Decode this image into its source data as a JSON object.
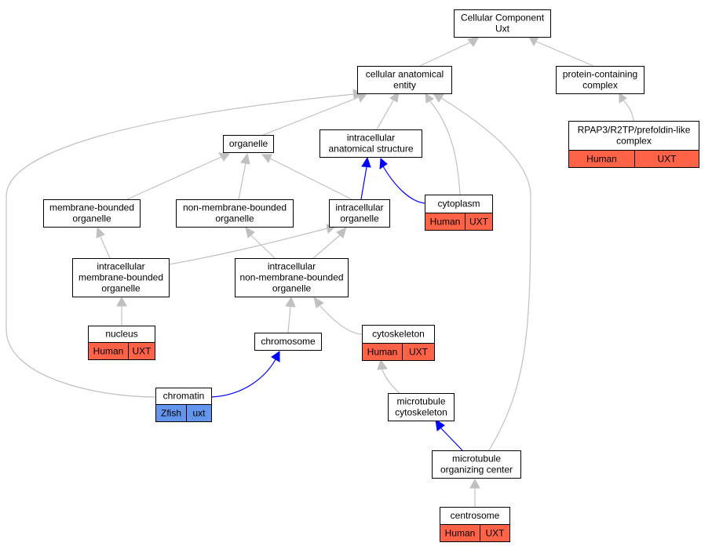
{
  "colors": {
    "is_a": "#c0c0c0",
    "part_of": "#0000ff",
    "human": "#ff6347",
    "zfish": "#6495ed"
  },
  "nodes": [
    {
      "id": "root",
      "lines": [
        "Cellular Component",
        "Uxt"
      ]
    },
    {
      "id": "cae",
      "lines": [
        "cellular anatomical",
        "entity"
      ]
    },
    {
      "id": "pcc",
      "lines": [
        "protein-containing",
        "complex"
      ]
    },
    {
      "id": "rpap",
      "lines": [
        "RPAP3/R2TP/prefoldin-like",
        "complex"
      ],
      "annot": [
        "Human",
        "UXT"
      ],
      "annot_color": "human"
    },
    {
      "id": "organelle",
      "lines": [
        "organelle"
      ]
    },
    {
      "id": "ias",
      "lines": [
        "intracellular",
        "anatomical structure"
      ]
    },
    {
      "id": "cytoplasm",
      "lines": [
        "cytoplasm"
      ],
      "annot": [
        "Human",
        "UXT"
      ],
      "annot_color": "human"
    },
    {
      "id": "mbo",
      "lines": [
        "membrane-bounded",
        "organelle"
      ]
    },
    {
      "id": "nmbo",
      "lines": [
        "non-membrane-bounded",
        "organelle"
      ]
    },
    {
      "id": "io",
      "lines": [
        "intracellular",
        "organelle"
      ]
    },
    {
      "id": "imbo",
      "lines": [
        "intracellular",
        "membrane-bounded",
        "organelle"
      ]
    },
    {
      "id": "inmbo",
      "lines": [
        "intracellular",
        "non-membrane-bounded",
        "organelle"
      ]
    },
    {
      "id": "nucleus",
      "lines": [
        "nucleus"
      ],
      "annot": [
        "Human",
        "UXT"
      ],
      "annot_color": "human"
    },
    {
      "id": "chromosome",
      "lines": [
        "chromosome"
      ]
    },
    {
      "id": "cytoskeleton",
      "lines": [
        "cytoskeleton"
      ],
      "annot": [
        "Human",
        "UXT"
      ],
      "annot_color": "human"
    },
    {
      "id": "chromatin",
      "lines": [
        "chromatin"
      ],
      "annot": [
        "Zfish",
        "uxt"
      ],
      "annot_color": "zfish"
    },
    {
      "id": "mtcs",
      "lines": [
        "microtubule",
        "cytoskeleton"
      ]
    },
    {
      "id": "mtoc",
      "lines": [
        "microtubule",
        "organizing center"
      ]
    },
    {
      "id": "centrosome",
      "lines": [
        "centrosome"
      ],
      "annot": [
        "Human",
        "UXT"
      ],
      "annot_color": "human"
    }
  ],
  "edges": [
    {
      "from": "cae",
      "to": "root",
      "type": "is_a"
    },
    {
      "from": "pcc",
      "to": "root",
      "type": "is_a"
    },
    {
      "from": "rpap",
      "to": "pcc",
      "type": "is_a"
    },
    {
      "from": "organelle",
      "to": "cae",
      "type": "is_a"
    },
    {
      "from": "ias",
      "to": "cae",
      "type": "is_a"
    },
    {
      "from": "cytoplasm",
      "to": "cae",
      "type": "is_a"
    },
    {
      "from": "chromatin",
      "to": "cae",
      "type": "is_a"
    },
    {
      "from": "mtoc",
      "to": "cae",
      "type": "is_a"
    },
    {
      "from": "cytoplasm",
      "to": "ias",
      "type": "part_of"
    },
    {
      "from": "io",
      "to": "ias",
      "type": "part_of"
    },
    {
      "from": "mbo",
      "to": "organelle",
      "type": "is_a"
    },
    {
      "from": "nmbo",
      "to": "organelle",
      "type": "is_a"
    },
    {
      "from": "io",
      "to": "organelle",
      "type": "is_a"
    },
    {
      "from": "imbo",
      "to": "mbo",
      "type": "is_a"
    },
    {
      "from": "imbo",
      "to": "io",
      "type": "is_a"
    },
    {
      "from": "inmbo",
      "to": "nmbo",
      "type": "is_a"
    },
    {
      "from": "inmbo",
      "to": "io",
      "type": "is_a"
    },
    {
      "from": "nucleus",
      "to": "imbo",
      "type": "is_a"
    },
    {
      "from": "chromosome",
      "to": "inmbo",
      "type": "is_a"
    },
    {
      "from": "cytoskeleton",
      "to": "inmbo",
      "type": "is_a"
    },
    {
      "from": "chromatin",
      "to": "chromosome",
      "type": "part_of"
    },
    {
      "from": "mtcs",
      "to": "cytoskeleton",
      "type": "is_a"
    },
    {
      "from": "mtoc",
      "to": "mtcs",
      "type": "part_of"
    },
    {
      "from": "centrosome",
      "to": "mtoc",
      "type": "is_a"
    }
  ]
}
